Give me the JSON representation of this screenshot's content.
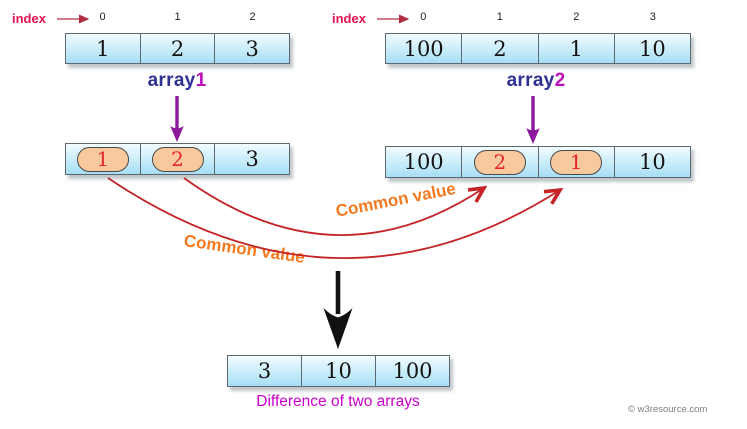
{
  "index_label": "index",
  "arrays": {
    "array1": {
      "title_prefix": "array",
      "title_digit": "1",
      "indices": [
        "0",
        "1",
        "2"
      ],
      "cells": [
        {
          "v": "1",
          "hl": false
        },
        {
          "v": "2",
          "hl": false
        },
        {
          "v": "3",
          "hl": false
        }
      ]
    },
    "array2": {
      "title_prefix": "array",
      "title_digit": "2",
      "indices": [
        "0",
        "1",
        "2",
        "3"
      ],
      "cells": [
        {
          "v": "100",
          "hl": false
        },
        {
          "v": "2",
          "hl": false
        },
        {
          "v": "1",
          "hl": false
        },
        {
          "v": "10",
          "hl": false
        }
      ]
    },
    "mid_left": {
      "cells": [
        {
          "v": "1",
          "hl": true
        },
        {
          "v": "2",
          "hl": true
        },
        {
          "v": "3",
          "hl": false
        }
      ]
    },
    "mid_right": {
      "cells": [
        {
          "v": "100",
          "hl": false
        },
        {
          "v": "2",
          "hl": true
        },
        {
          "v": "1",
          "hl": true
        },
        {
          "v": "10",
          "hl": false
        }
      ]
    },
    "result": {
      "cells": [
        {
          "v": "3"
        },
        {
          "v": "10"
        },
        {
          "v": "100"
        }
      ],
      "caption": "Difference of two arrays"
    }
  },
  "labels": {
    "common_value_upper": "Common value",
    "common_value_lower": "Common value"
  },
  "watermark": "© w3resource.com",
  "colors": {
    "cell_fill_top": "#F2FBFE",
    "cell_fill_bottom": "#A7DEF5",
    "highlight_fill": "#F8C99D",
    "highlight_text": "#E4262C",
    "index_text": "#E4134F",
    "index_arrow": "#B22A40",
    "array_label_blue": "#2E3192",
    "array_label_magenta": "#BB10BB",
    "purple_arrow": "#8C189C",
    "red_curve": "#C42327",
    "common_value_orange": "#F4791F",
    "caption_magenta": "#CC00CC",
    "black_arrow": "#111111"
  }
}
